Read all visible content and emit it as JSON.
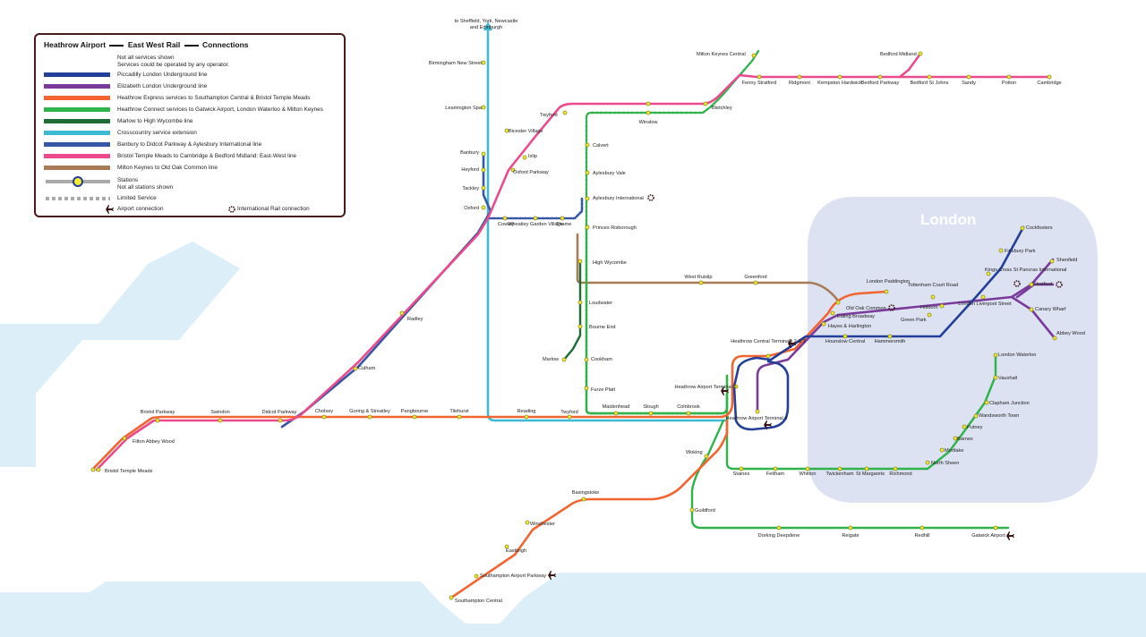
{
  "legend": {
    "title_a": "Heathrow Airport",
    "title_b": "East West Rail",
    "title_c": "Connections",
    "note_1": "Not all services shown",
    "note_2": "Services could be operated by any operator.",
    "lines": [
      {
        "label": "Piccadilly London Underground line",
        "color": "#233f99"
      },
      {
        "label": "Elizabeth London Underground line",
        "color": "#7a3a9c"
      },
      {
        "label": "Heathrow Express services to Southampton Central & Bristol Temple Meads",
        "color": "#f26530"
      },
      {
        "label": "Heathrow Connect services to Gatwick Airport, London Waterloo & Milton Keynes",
        "color": "#2fb34a"
      },
      {
        "label": "Marlow to High Wycombe line",
        "color": "#1d6b35"
      },
      {
        "label": "Crosscountry service extension",
        "color": "#3dbad6"
      },
      {
        "label": "Banbury to Didcot Parkway & Aylesbury International line",
        "color": "#3656a6"
      },
      {
        "label": "Bristol Temple Meads to Cambridge & Bedford Midland: East-West line",
        "color": "#ec4a8c"
      },
      {
        "label": "Milton Keynes to Old Oak Common line",
        "color": "#a77b55"
      }
    ],
    "stations_label": "Stations",
    "stations_note": "Not all stations shown",
    "limited_label": "Limited Service",
    "airport_label": "Airport connection",
    "intl_label": "International Rail connection"
  },
  "map": {
    "london_label": "London",
    "north_arrow_label_1": "to Sheffield, York, Newcastle",
    "north_arrow_label_2": "and Edinburgh",
    "colors": {
      "water": "#dceef8",
      "london_zone": "#dde2f2",
      "station_fill": "#f5ec2d",
      "station_stroke": "#8a8a2a",
      "airport_icon": "#3a1414"
    },
    "stations": [
      {
        "name": "Birmingham New Street"
      },
      {
        "name": "Leamington Spa"
      },
      {
        "name": "Banbury"
      },
      {
        "name": "Heyford"
      },
      {
        "name": "Tackley"
      },
      {
        "name": "Oxford"
      },
      {
        "name": "Radley"
      },
      {
        "name": "Culham"
      },
      {
        "name": "Didcot Parkway"
      },
      {
        "name": "Swindon"
      },
      {
        "name": "Bristol Parkway"
      },
      {
        "name": "Filton Abbey Wood"
      },
      {
        "name": "Bristol Temple Meads"
      },
      {
        "name": "Cholsey"
      },
      {
        "name": "Goring & Streatley"
      },
      {
        "name": "Pangbourne"
      },
      {
        "name": "Tilehurst"
      },
      {
        "name": "Reading"
      },
      {
        "name": "Twyford"
      },
      {
        "name": "Maidenhead"
      },
      {
        "name": "Slough"
      },
      {
        "name": "Colnbrook"
      },
      {
        "name": "Bicester Village"
      },
      {
        "name": "Islip"
      },
      {
        "name": "Oxford Parkway"
      },
      {
        "name": "Twyford"
      },
      {
        "name": "Cowley"
      },
      {
        "name": "Wheatley Garden Village"
      },
      {
        "name": "Thame"
      },
      {
        "name": "Calvert"
      },
      {
        "name": "Aylesbury Vale"
      },
      {
        "name": "Aylesbury International"
      },
      {
        "name": "Princes Risborough"
      },
      {
        "name": "High Wycombe"
      },
      {
        "name": "Loudwater"
      },
      {
        "name": "Bourne End"
      },
      {
        "name": "Marlow"
      },
      {
        "name": "Cookham"
      },
      {
        "name": "Furze Platt"
      },
      {
        "name": "Winslow"
      },
      {
        "name": "Bletchley"
      },
      {
        "name": "Milton Keynes Central"
      },
      {
        "name": "Fenny Stratford"
      },
      {
        "name": "Ridgmont"
      },
      {
        "name": "Kempston Hardwick"
      },
      {
        "name": "Bedford Parkway"
      },
      {
        "name": "Bedford St Johns"
      },
      {
        "name": "Bedford Midland"
      },
      {
        "name": "Sandy"
      },
      {
        "name": "Potton"
      },
      {
        "name": "Cambridge"
      },
      {
        "name": "West Ruislip"
      },
      {
        "name": "Greenford"
      },
      {
        "name": "London Paddington"
      },
      {
        "name": "Old Oak Common"
      },
      {
        "name": "Ealing Broadway"
      },
      {
        "name": "Hayes & Harlington"
      },
      {
        "name": "Hounslow Central"
      },
      {
        "name": "Hammersmith"
      },
      {
        "name": "Green Park"
      },
      {
        "name": "Holborn"
      },
      {
        "name": "Tottenham Court Road"
      },
      {
        "name": "London Liverpool Street"
      },
      {
        "name": "Kings Cross St Pancras International"
      },
      {
        "name": "Finsbury Park"
      },
      {
        "name": "Cockfosters"
      },
      {
        "name": "Shenfield"
      },
      {
        "name": "Stratford"
      },
      {
        "name": "Canary Wharf"
      },
      {
        "name": "Abbey Wood"
      },
      {
        "name": "Heathrow Central Terminals 2 & 3"
      },
      {
        "name": "Heathrow Airport Terminal 5"
      },
      {
        "name": "Heathrow Airport Terminal 4"
      },
      {
        "name": "London Waterloo"
      },
      {
        "name": "Vauxhall"
      },
      {
        "name": "Clapham Junction"
      },
      {
        "name": "Wandsworth Town"
      },
      {
        "name": "Putney"
      },
      {
        "name": "Barnes"
      },
      {
        "name": "Mortlake"
      },
      {
        "name": "North Sheen"
      },
      {
        "name": "Staines"
      },
      {
        "name": "Feltham"
      },
      {
        "name": "Whitton"
      },
      {
        "name": "Twickenham"
      },
      {
        "name": "St Margarets"
      },
      {
        "name": "Richmond"
      },
      {
        "name": "Woking"
      },
      {
        "name": "Guildford"
      },
      {
        "name": "Dorking Deepdene"
      },
      {
        "name": "Reigate"
      },
      {
        "name": "Redhill"
      },
      {
        "name": "Gatwick Airport"
      },
      {
        "name": "Basingstoke"
      },
      {
        "name": "Winchester"
      },
      {
        "name": "Eastleigh"
      },
      {
        "name": "Southampton Airport Parkway"
      },
      {
        "name": "Southampton Central"
      }
    ]
  }
}
